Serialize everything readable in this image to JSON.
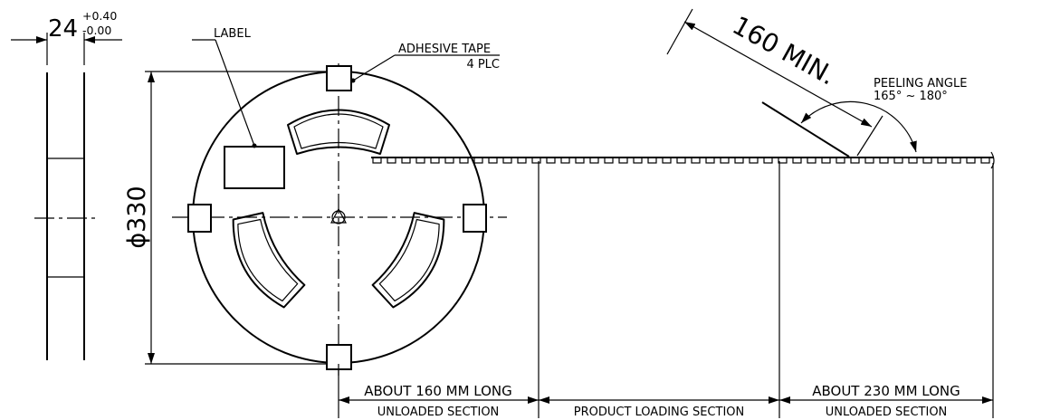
{
  "side_view": {
    "width_nominal": "24",
    "tol_plus": "+0.40",
    "tol_minus": "-0.00"
  },
  "reel": {
    "diameter_label": "ϕ330",
    "label_callout": "LABEL",
    "adhesive_tape_callout": "ADHESIVE TAPE",
    "adhesive_tape_qty": "4 PLC"
  },
  "peel": {
    "length_label": "160 MIN.",
    "angle_title": "PEELING ANGLE",
    "angle_range": "165° ~ 180°"
  },
  "sections": [
    {
      "length": "ABOUT 160 MM LONG",
      "name": "UNLOADED SECTION"
    },
    {
      "length": "",
      "name": "PRODUCT LOADING SECTION"
    },
    {
      "length": "ABOUT 230 MM LONG",
      "name": "UNLOADED SECTION"
    }
  ]
}
